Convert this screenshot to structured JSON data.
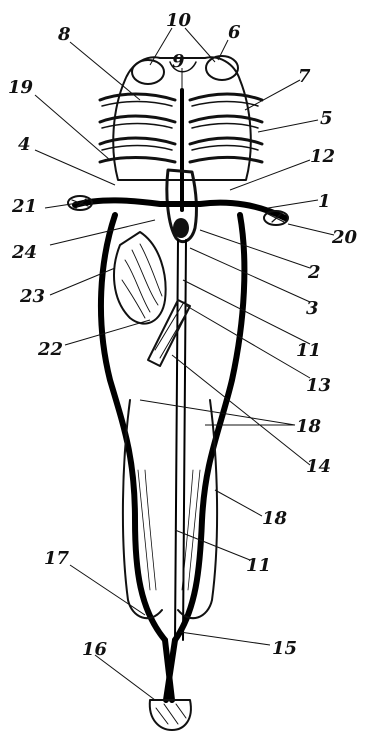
{
  "figure": {
    "labels": [
      "1",
      "2",
      "3",
      "4",
      "5",
      "6",
      "7",
      "8",
      "9",
      "10",
      "11",
      "11",
      "12",
      "13",
      "14",
      "15",
      "16",
      "17",
      "18",
      "18",
      "19",
      "20",
      "21",
      "22",
      "23",
      "24"
    ]
  },
  "colors": {
    "ink": "#111111",
    "paper": "#ffffff"
  }
}
